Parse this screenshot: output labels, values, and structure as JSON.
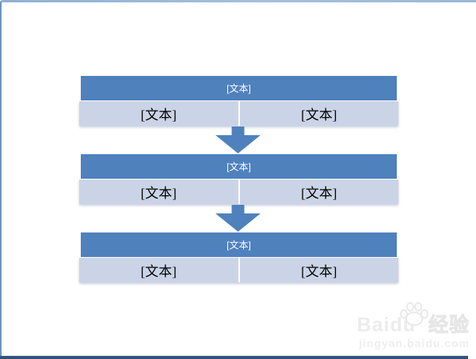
{
  "colors": {
    "accent_blue": "#4f81bd",
    "cell_fill": "#cad4e6",
    "header_text": "#ffffff",
    "cell_text": "#000000",
    "frame_top": "#9cb7d8",
    "frame_left": "#6d94bf",
    "frame_bottom": "#2d4b74",
    "watermark": "#ececec"
  },
  "diagram": {
    "blocks": [
      {
        "header": "[文本]",
        "cells": [
          "[文本]",
          "[文本]"
        ]
      },
      {
        "header": "[文本]",
        "cells": [
          "[文本]",
          "[文本]"
        ]
      },
      {
        "header": "[文本]",
        "cells": [
          "[文本]",
          "[文本]"
        ]
      }
    ]
  },
  "watermark": {
    "brand": "Baidu",
    "badge": "经验",
    "url": "jingyan.baidu.com"
  }
}
